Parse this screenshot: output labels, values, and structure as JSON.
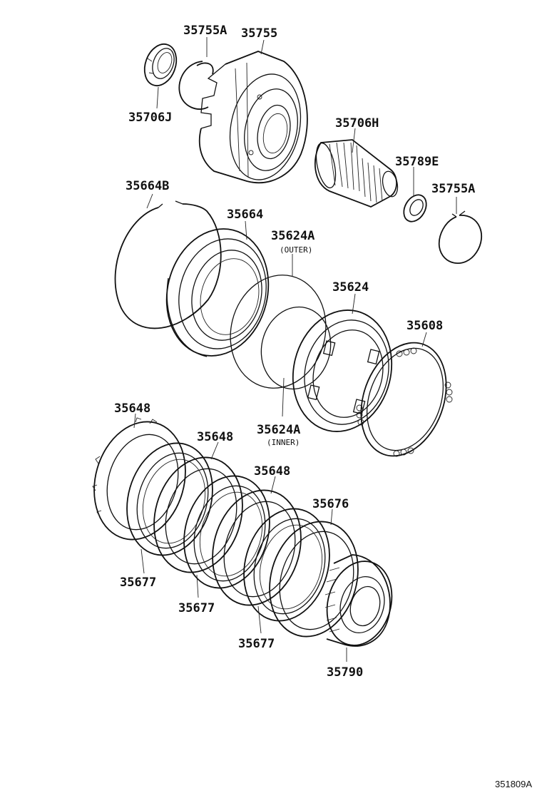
{
  "diagram": {
    "reference_code": "351809A",
    "parts": [
      {
        "id": "p35755A_top",
        "label": "35755A"
      },
      {
        "id": "p35755_top",
        "label": "35755"
      },
      {
        "id": "p35706J",
        "label": "35706J"
      },
      {
        "id": "p35706H",
        "label": "35706H"
      },
      {
        "id": "p35789E",
        "label": "35789E"
      },
      {
        "id": "p35755A_right",
        "label": "35755A"
      },
      {
        "id": "p35664B",
        "label": "35664B"
      },
      {
        "id": "p35664",
        "label": "35664"
      },
      {
        "id": "p35624A_outer",
        "label": "35624A",
        "note": "(OUTER)"
      },
      {
        "id": "p35624",
        "label": "35624"
      },
      {
        "id": "p35608",
        "label": "35608"
      },
      {
        "id": "p35624A_inner",
        "label": "35624A",
        "note": "(INNER)"
      },
      {
        "id": "p35648_a",
        "label": "35648"
      },
      {
        "id": "p35648_b",
        "label": "35648"
      },
      {
        "id": "p35648_c",
        "label": "35648"
      },
      {
        "id": "p35676",
        "label": "35676"
      },
      {
        "id": "p35677_a",
        "label": "35677"
      },
      {
        "id": "p35677_b",
        "label": "35677"
      },
      {
        "id": "p35677_c",
        "label": "35677"
      },
      {
        "id": "p35790",
        "label": "35790"
      }
    ]
  }
}
